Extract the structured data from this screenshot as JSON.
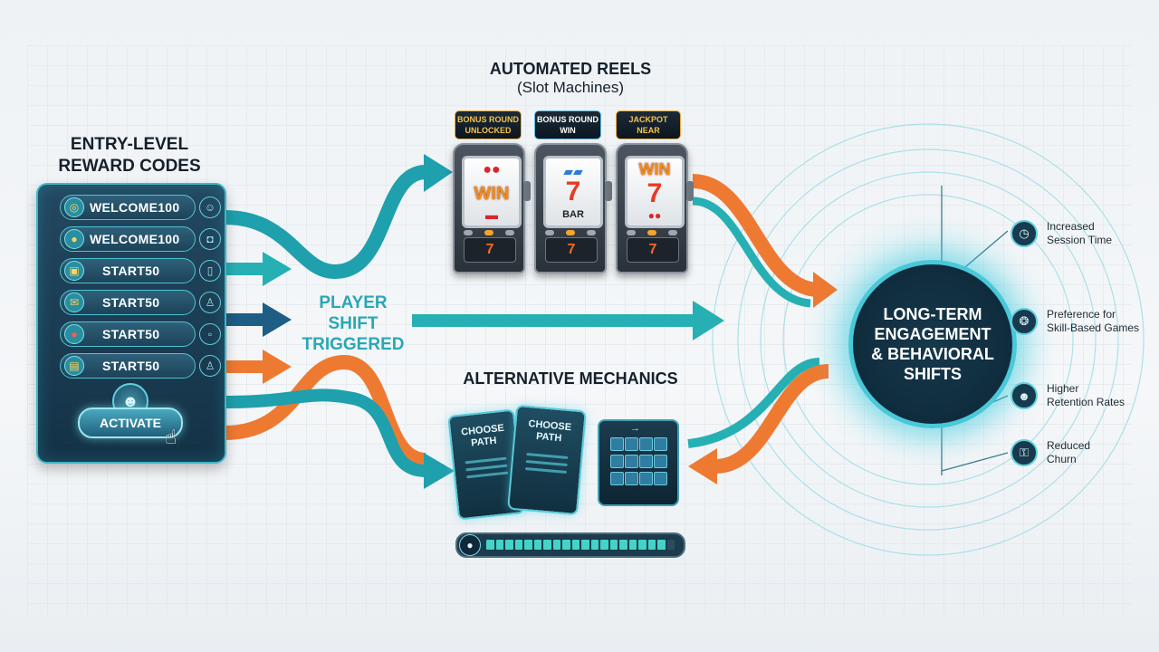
{
  "headings": {
    "reward_codes": [
      "ENTRY-LEVEL",
      "REWARD CODES"
    ],
    "automated_reels": "AUTOMATED REELS",
    "automated_reels_sub": "(Slot Machines)",
    "alternative_mechanics": "ALTERNATIVE MECHANICS",
    "player_shift": [
      "PLAYER",
      "SHIFT",
      "TRIGGERED"
    ]
  },
  "reward_codes": [
    {
      "code": "WELCOME100",
      "lead_icon": "target-icon",
      "side_icon": "user-icon"
    },
    {
      "code": "WELCOME100",
      "lead_icon": "user-icon",
      "side_icon": "bag-icon"
    },
    {
      "code": "START50",
      "lead_icon": "gamepad-icon",
      "side_icon": "bottle-icon"
    },
    {
      "code": "START50",
      "lead_icon": "envelope-icon",
      "side_icon": "person-icon"
    },
    {
      "code": "START50",
      "lead_icon": "cherry-icon",
      "side_icon": "cup-icon"
    },
    {
      "code": "START50",
      "lead_icon": "card-icon",
      "side_icon": "person-icon"
    }
  ],
  "activate_button": "ACTIVATE",
  "slot_machines": [
    {
      "badge": [
        "BONUS ROUND",
        "UNLOCKED"
      ],
      "reels": [
        "WIN"
      ],
      "base": "7"
    },
    {
      "badge": [
        "BONUS ROUND",
        "WIN"
      ],
      "reels": [
        "7",
        "BAR"
      ],
      "base": "7"
    },
    {
      "badge": [
        "JACKPOT",
        "NEAR"
      ],
      "reels": [
        "WIN",
        "7"
      ],
      "base": "7"
    }
  ],
  "hub": [
    "LONG-TERM",
    "ENGAGEMENT",
    "& BEHAVIORAL",
    "SHIFTS"
  ],
  "outcomes": [
    {
      "lines": [
        "Increased",
        "Session Time"
      ],
      "icon": "clock-icon"
    },
    {
      "lines": [
        "Preference for",
        "Skill-Based Games"
      ],
      "icon": "brain-icon"
    },
    {
      "lines": [
        "Higher",
        "Retention Rates"
      ],
      "icon": "users-icon"
    },
    {
      "lines": [
        "Reduced",
        "Churn"
      ],
      "icon": "lock-icon"
    }
  ],
  "cards": [
    {
      "title": [
        "CHOOSE",
        "PATH"
      ]
    },
    {
      "title": [
        "CHOOSE",
        "PATH"
      ]
    }
  ],
  "progress": {
    "fraction": 0.95,
    "segments": 20
  },
  "colors": {
    "teal": "#2aa7b5",
    "orange": "#ee7a32",
    "dark_navy": "#143246",
    "hub_glow": "#49c8d8"
  }
}
